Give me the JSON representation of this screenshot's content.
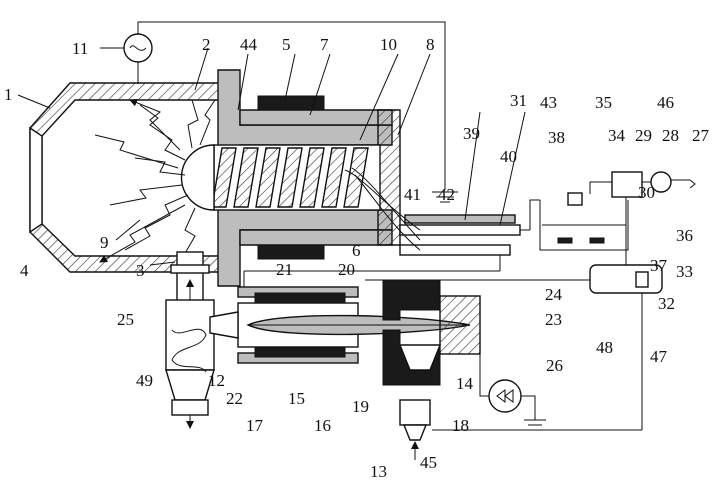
{
  "figure": {
    "labels": [
      "1",
      "2",
      "3",
      "4",
      "5",
      "6",
      "7",
      "8",
      "9",
      "10",
      "11",
      "12",
      "13",
      "14",
      "15",
      "16",
      "17",
      "18",
      "19",
      "20",
      "21",
      "22",
      "23",
      "24",
      "25",
      "26",
      "27",
      "28",
      "29",
      "30",
      "31",
      "32",
      "33",
      "34",
      "35",
      "36",
      "37",
      "38",
      "39",
      "40",
      "41",
      "42",
      "43",
      "44",
      "45",
      "46",
      "47",
      "48",
      "49"
    ]
  }
}
